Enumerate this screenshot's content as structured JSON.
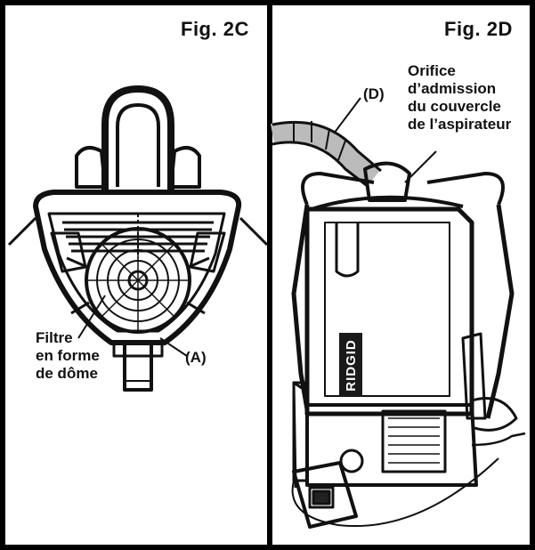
{
  "panel_left": {
    "title": "Fig. 2C",
    "callout_filter": [
      "Filtre",
      "en forme",
      "de dôme"
    ],
    "callout_a": "(A)"
  },
  "panel_right": {
    "title": "Fig. 2D",
    "callout_d": "(D)",
    "callout_orifice": [
      "Orifice",
      "d’admission",
      "du couvercle",
      "de l’aspirateur"
    ],
    "brand": "RIDGID"
  }
}
